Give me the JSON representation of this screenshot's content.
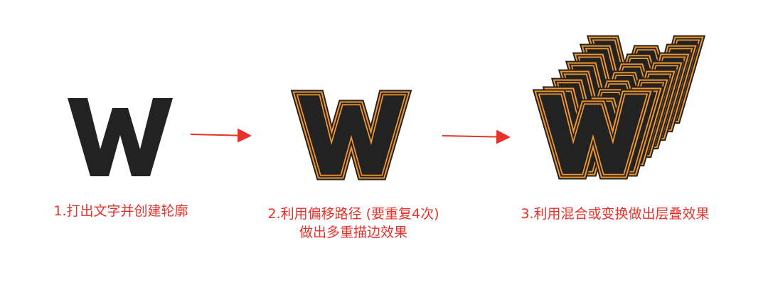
{
  "letter": "W",
  "colors": {
    "ink": "#222222",
    "stroke_accent": "#f0962f",
    "arrow": "#e8312a",
    "caption": "#e8312a"
  },
  "steps": [
    {
      "caption_lines": [
        "1.打出文字并创建轮廓"
      ]
    },
    {
      "caption_lines": [
        "2.利用偏移路径 (要重复4次)",
        "做出多重描边效果"
      ]
    },
    {
      "caption_lines": [
        "3.利用混合或变换做出层叠效果"
      ]
    }
  ]
}
